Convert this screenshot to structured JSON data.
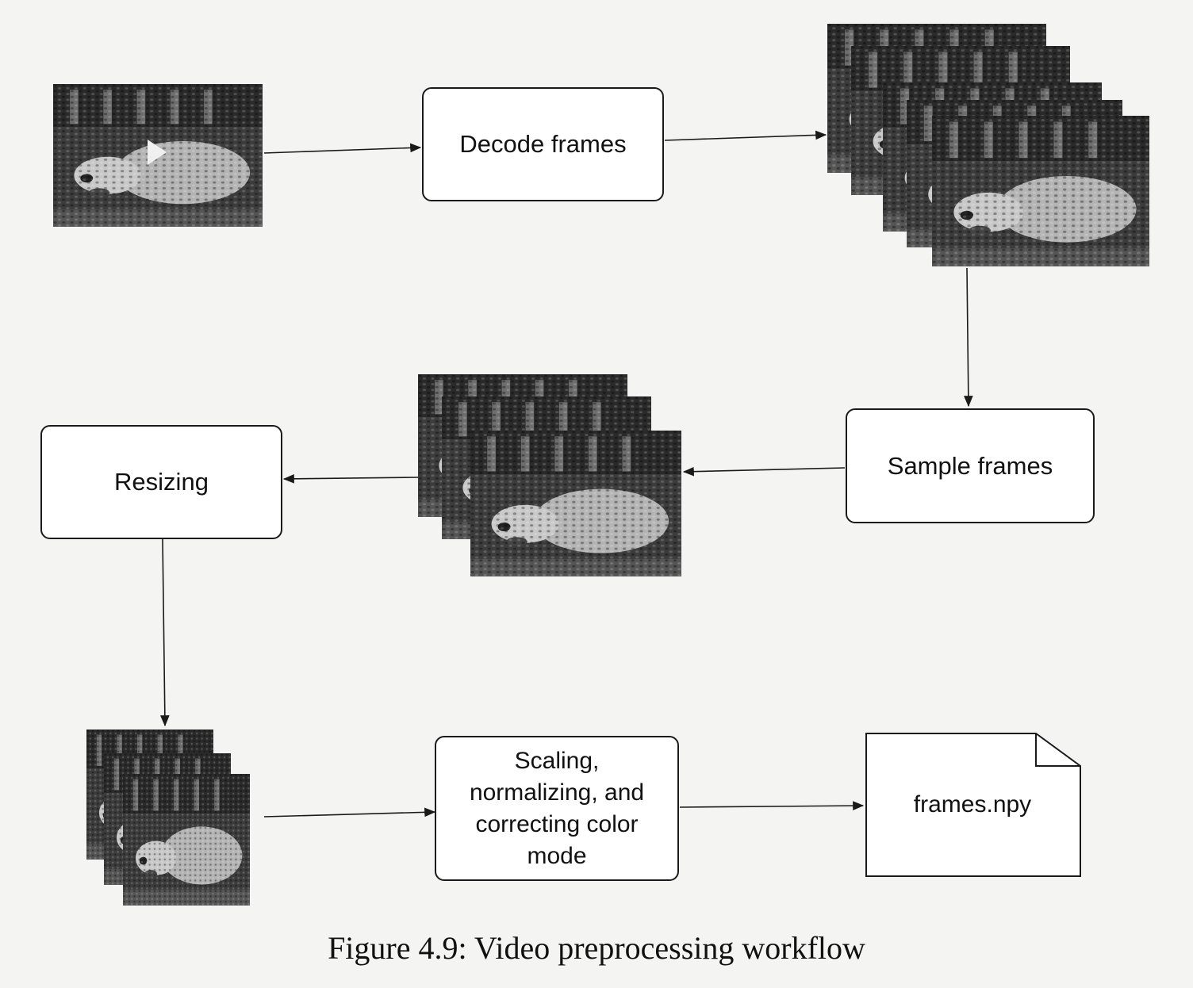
{
  "diagram": {
    "nodes": {
      "decode": "Decode frames",
      "sample": "Sample frames",
      "resizing": "Resizing",
      "scaling": "Scaling, normalizing, and correcting color mode",
      "file": "frames.npy"
    },
    "caption": "Figure 4.9: Video preprocessing workflow"
  },
  "colors": {
    "line": "#1a1a1a",
    "frame_dark": "#3c3c3c",
    "frame_mid": "#6e6e6e",
    "frame_light": "#b4b4b4"
  },
  "icons": [
    "video-thumbnail-icon",
    "frame-stack-icon",
    "document-icon"
  ]
}
